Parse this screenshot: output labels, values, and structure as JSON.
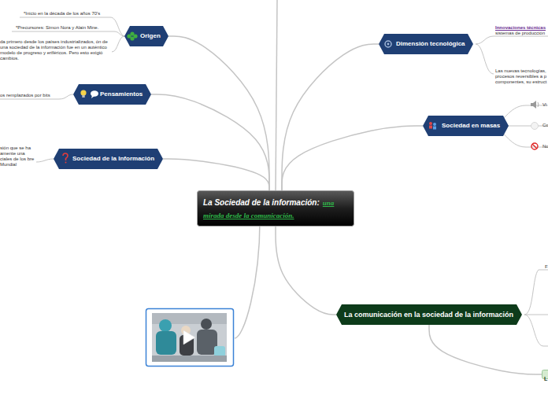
{
  "diagram": {
    "nodes": [
      {
        "text": [
          "La Sociedad de la información:",
          "una mirada desde la comunicación."
        ]
      },
      {
        "text": [
          "Origen"
        ]
      },
      {
        "text": [
          "Pensamientos"
        ]
      },
      {
        "text": [
          "Sociedad de la Información"
        ]
      },
      {
        "text": [
          "Dimensión tecnológica"
        ]
      },
      {
        "text": [
          "Sociedad en masas"
        ]
      },
      {
        "text": [
          "La comunicación en la sociedad de la información"
        ]
      },
      {
        "text": [
          "L"
        ]
      }
    ],
    "edges": [
      {
        "from": 0,
        "to": 1,
        "arrow": "none"
      },
      {
        "from": 0,
        "to": 2,
        "arrow": "none"
      },
      {
        "from": 0,
        "to": 3,
        "arrow": "none"
      },
      {
        "from": 0,
        "to": 4,
        "arrow": "none"
      },
      {
        "from": 0,
        "to": 5,
        "arrow": "none"
      },
      {
        "from": 0,
        "to": 6,
        "arrow": "none"
      },
      {
        "from": 6,
        "to": 7,
        "arrow": "none"
      }
    ],
    "labels": [
      "*Inicio en la década de los años 70's",
      "*Precursores: Simon Nora y Alain Mine.",
      "da primero desde los países industrializados, ón de una sociedad de la información fue en un auténtico modelo de progreso y eriféricos. Pero esto exigió cambios.",
      "os remplazados por bits",
      "sión que se ha amente una ciales de los bre Mundial",
      "Innovaciones técnicas",
      "sistemas de producción",
      "Las nuevas tecnologías, procesos reversibles a p componentes, su estruct",
      "Vi",
      "Co",
      "No",
      "F"
    ]
  }
}
